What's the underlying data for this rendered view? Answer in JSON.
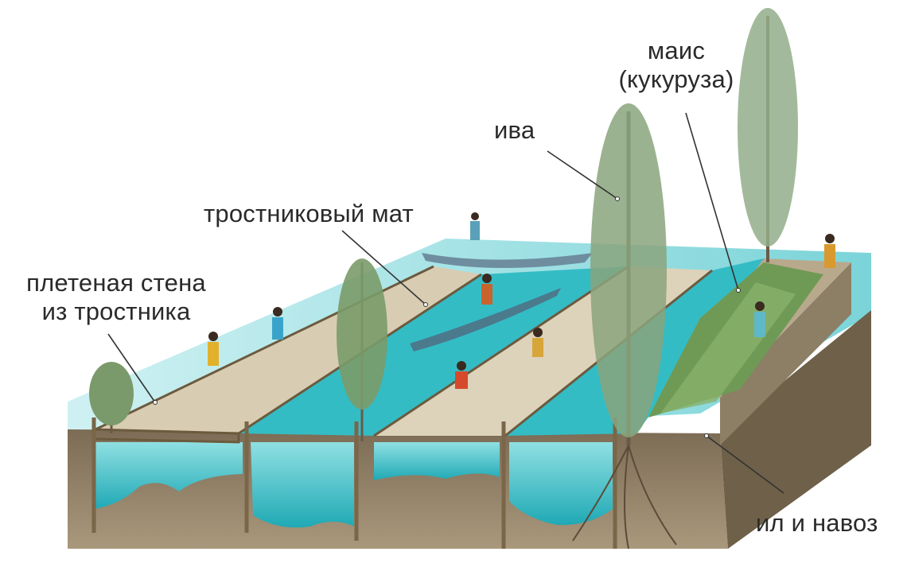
{
  "labels": {
    "maize_line1": "маис",
    "maize_line2": "(кукуруза)",
    "willow": "ива",
    "reed_mat": "тростниковый мат",
    "wall_line1": "плетеная стена",
    "wall_line2": "из тростника",
    "silt": "ил и навоз"
  },
  "colors": {
    "water": "#2fb9c2",
    "water_light": "#7fd9dc",
    "soil": "#8a7a62",
    "soil_dark": "#5d4f3d",
    "field_top": "#d6c9ad",
    "foliage": "#6f8f62",
    "leader_line": "#333333",
    "text": "#2a2a2a"
  }
}
